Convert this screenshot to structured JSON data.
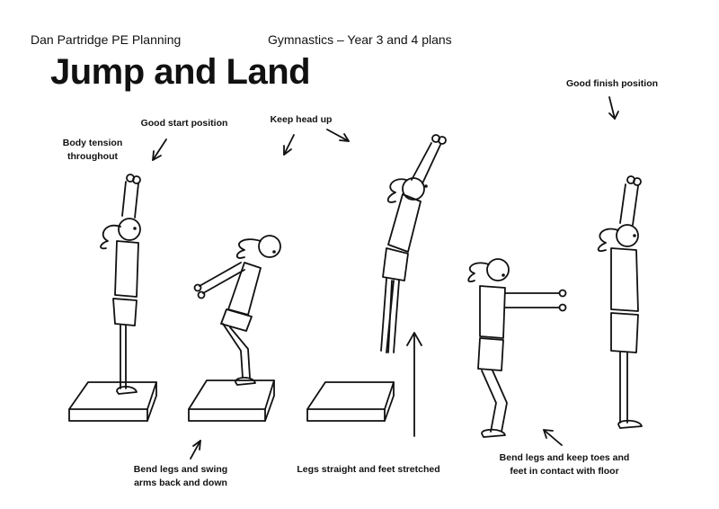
{
  "header": {
    "author": "Dan Partridge PE Planning",
    "subject": "Gymnastics – Year 3 and 4 plans"
  },
  "title": "Jump and Land",
  "annotations": {
    "body_tension": [
      "Body tension",
      "throughout"
    ],
    "good_start": "Good start position",
    "keep_head_up": "Keep head up",
    "good_finish": "Good finish position",
    "bend_legs_swing": [
      "Bend legs and swing",
      "arms back and down"
    ],
    "legs_straight": "Legs straight and feet stretched",
    "bend_legs_keep": [
      "Bend legs and keep toes and",
      "feet in contact with floor"
    ]
  }
}
